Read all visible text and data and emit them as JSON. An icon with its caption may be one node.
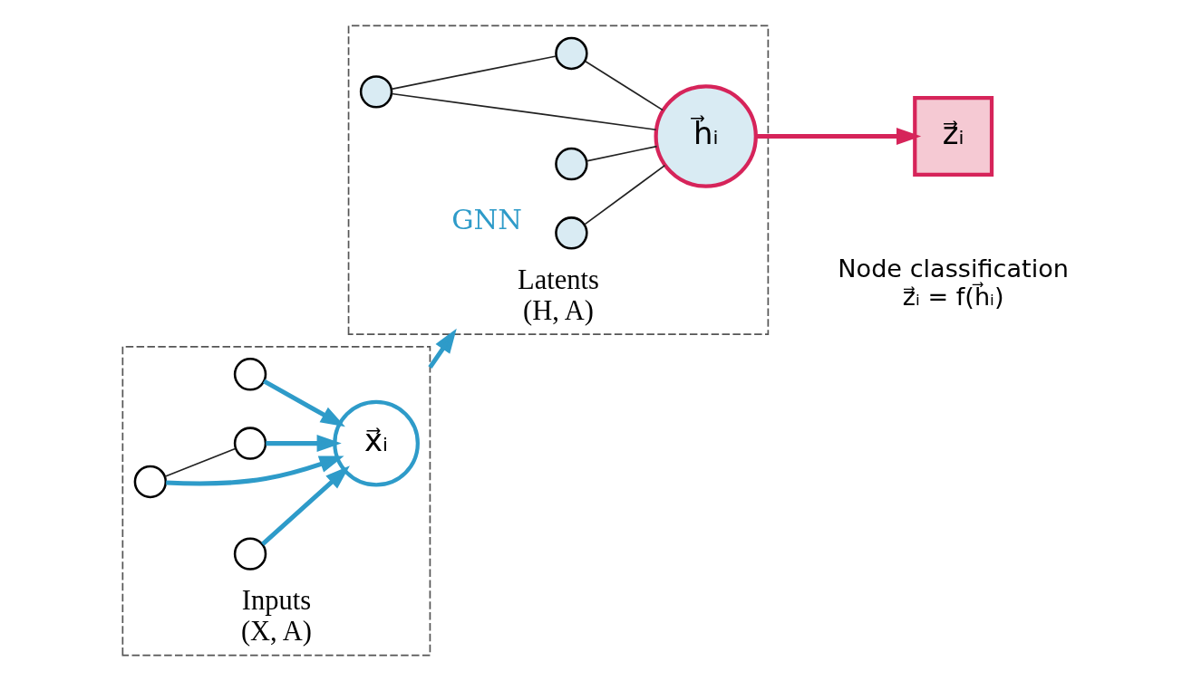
{
  "diagram": {
    "nodes": [
      {
        "text": [
          "Inputs",
          "(X, A)"
        ]
      },
      {
        "text": [
          "x⃗ᵢ"
        ],
        "in": 0
      },
      {
        "text": [],
        "shape": "circle",
        "in": 0
      },
      {
        "text": [],
        "shape": "circle",
        "in": 0
      },
      {
        "text": [],
        "shape": "circle",
        "in": 0
      },
      {
        "text": [],
        "shape": "circle",
        "in": 0
      },
      {
        "text": [
          "Latents",
          "(H, A)"
        ]
      },
      {
        "text": [
          "h⃗ᵢ"
        ],
        "in": 6
      },
      {
        "text": [],
        "shape": "circle",
        "in": 6
      },
      {
        "text": [],
        "shape": "circle",
        "in": 6
      },
      {
        "text": [],
        "shape": "circle",
        "in": 6
      },
      {
        "text": [],
        "shape": "circle",
        "in": 6
      },
      {
        "text": [
          "z⃗ᵢ"
        ],
        "beside": [
          "Node classification",
          "z⃗ᵢ = f(h⃗ᵢ)"
        ]
      }
    ],
    "edges": [
      {
        "from": 2,
        "to": 1,
        "arrow": "to",
        "style": "thick",
        "color": "#2e9bc9"
      },
      {
        "from": 3,
        "to": 1,
        "arrow": "to",
        "style": "thick",
        "color": "#2e9bc9"
      },
      {
        "from": 4,
        "to": 1,
        "arrow": "to",
        "style": "thick",
        "color": "#2e9bc9"
      },
      {
        "from": 5,
        "to": 1,
        "arrow": "to",
        "style": "thick",
        "color": "#2e9bc9"
      },
      {
        "from": 3,
        "to": 5,
        "arrow": "none"
      },
      {
        "from": 0,
        "to": 6,
        "arrow": "to",
        "label": "GNN",
        "style": "thick",
        "color": "#2e9bc9"
      },
      {
        "from": 8,
        "to": 7,
        "arrow": "none"
      },
      {
        "from": 9,
        "to": 7,
        "arrow": "none"
      },
      {
        "from": 10,
        "to": 7,
        "arrow": "none"
      },
      {
        "from": 11,
        "to": 7,
        "arrow": "none"
      },
      {
        "from": 9,
        "to": 11,
        "arrow": "none"
      },
      {
        "from": 7,
        "to": 12,
        "arrow": "to",
        "style": "thick",
        "color": "#d6245a"
      }
    ]
  }
}
